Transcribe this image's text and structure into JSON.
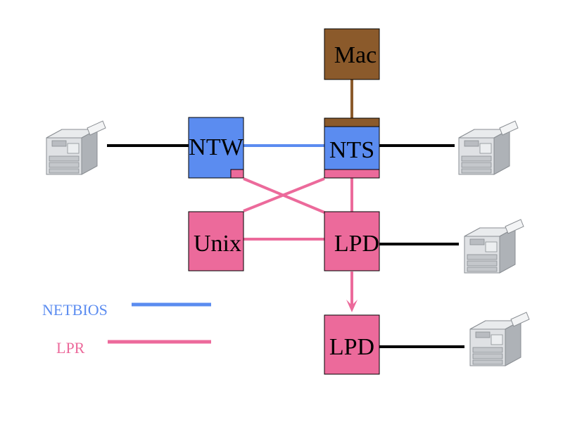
{
  "colors": {
    "netbios": "#5b8cf0",
    "lpr": "#ec6a9b",
    "mac": "#8b5a2b",
    "link": "#000000"
  },
  "nodes": {
    "mac": "Mac",
    "ntw": "NTW",
    "nts": "NTS",
    "unix": "Unix",
    "lpd1": "LPD",
    "lpd2": "LPD"
  },
  "legend": {
    "netbios": "NETBIOS",
    "lpr": "LPR"
  },
  "printers": [
    {
      "name": "printer-left"
    },
    {
      "name": "printer-nts"
    },
    {
      "name": "printer-lpd1"
    },
    {
      "name": "printer-lpd2"
    }
  ]
}
